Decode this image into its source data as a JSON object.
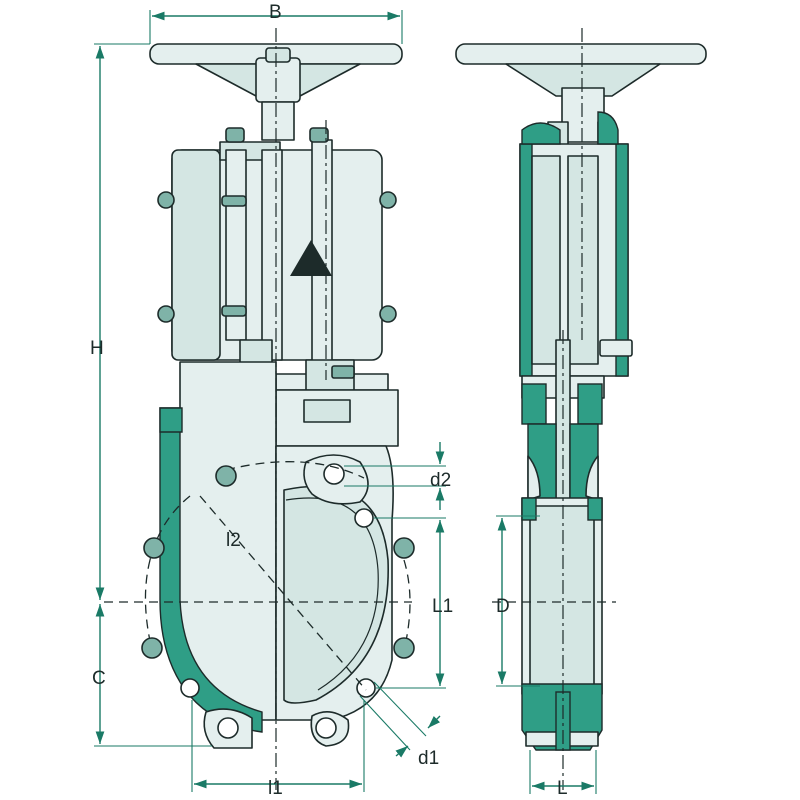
{
  "drawing": {
    "labels": {
      "B": "B",
      "H": "H",
      "C": "C",
      "l1": "l1",
      "l2": "l2",
      "d1": "d1",
      "d2": "d2",
      "L1": "L1",
      "D": "D",
      "L": "L"
    },
    "colors": {
      "dimension": "#1a7a66",
      "hatch": "#2f9e86",
      "body_fill": "#e4efee",
      "outline": "#1d2b2a"
    }
  }
}
